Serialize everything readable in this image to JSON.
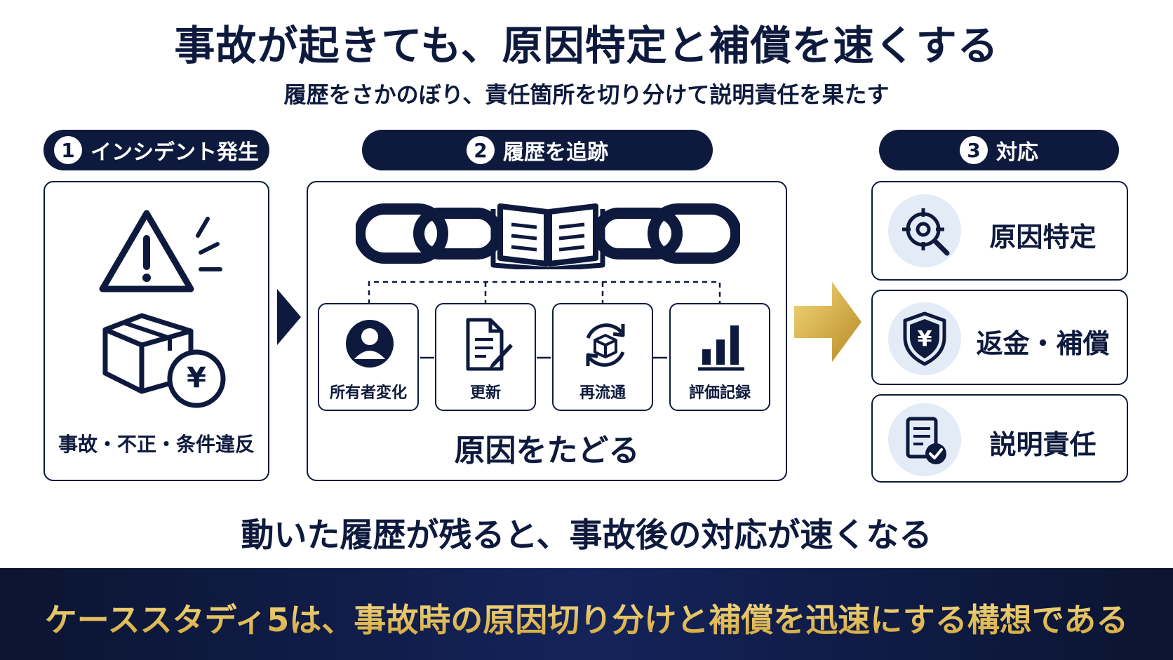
{
  "title": "事故が起きても、原因特定と補償を速くする",
  "subtitle": "履歴をさかのぼり、責任箇所を切り分けて説明責任を果たす",
  "steps": [
    {
      "number": "1",
      "label": "インシデント発生"
    },
    {
      "number": "2",
      "label": "履歴を追跡"
    },
    {
      "number": "3",
      "label": "対応"
    }
  ],
  "incident": {
    "caption": "事故・不正・条件違反",
    "yen_symbol": "¥"
  },
  "trace": {
    "items": [
      {
        "label": "所有者変化",
        "icon": "user-icon"
      },
      {
        "label": "更新",
        "icon": "document-edit-icon"
      },
      {
        "label": "再流通",
        "icon": "recirculate-box-icon"
      },
      {
        "label": "評価記録",
        "icon": "bar-chart-icon"
      }
    ],
    "caption": "原因をたどる"
  },
  "actions": [
    {
      "label": "原因特定",
      "icon": "target-search-icon"
    },
    {
      "label": "返金・補償",
      "icon": "yen-shield-icon"
    },
    {
      "label": "説明責任",
      "icon": "document-check-icon"
    }
  ],
  "summary": "動いた履歴が残ると、事故後の対応が速くなる",
  "banner": "ケーススタディ5は、事故時の原因切り分けと補償を迅速にする構想である",
  "colors": {
    "navy": "#0e1a3d",
    "icon_circle": "#e3ebf6",
    "gold": "#d1a53a",
    "banner_bg": "#0b1430"
  }
}
